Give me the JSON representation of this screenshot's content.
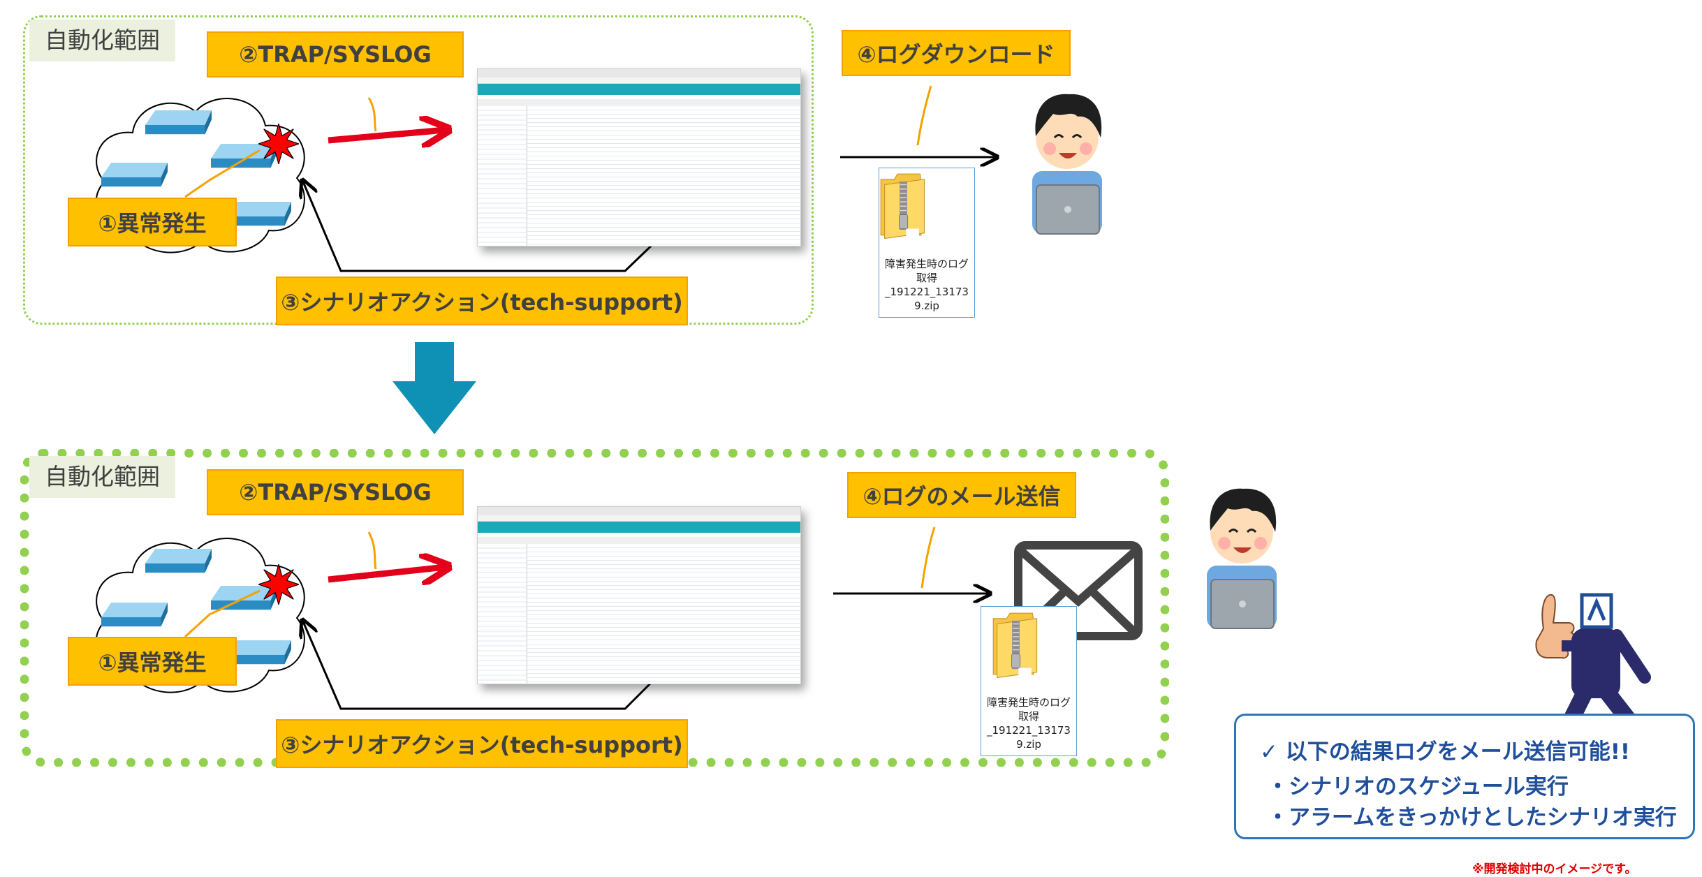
{
  "top_panel": {
    "scope_label": "自動化範囲",
    "trap_label": "②TRAP/SYSLOG",
    "anomaly_label": "①異常発生",
    "scenario_label": "③シナリオアクション(tech-support)",
    "download_label": "④ログダウンロード",
    "file_name": [
      "障害発生時のログ",
      "取得",
      "_191221_13173",
      "9.zip"
    ]
  },
  "bottom_panel": {
    "scope_label": "自動化範囲",
    "trap_label": "②TRAP/SYSLOG",
    "anomaly_label": "①異常発生",
    "scenario_label": "③シナリオアクション(tech-support)",
    "mail_label": "④ログのメール送信",
    "file_name": [
      "障害発生時のログ",
      "取得",
      "_191221_13173",
      "9.zip"
    ]
  },
  "result_box": {
    "line1": "✓ 以下の結果ログをメール送信可能!!",
    "line2": "・シナリオのスケジュール実行",
    "line3": "・アラームをきっかけとしたシナリオ実行"
  },
  "note": "※開発検討中のイメージです。",
  "colors": {
    "scope_border": "#92d050",
    "label_fill": "#ffc000",
    "arrow_down": "#0f91b5",
    "red_arrow": "#e3001b",
    "switch_blue": "#2b8cc4",
    "result_text": "#1f4e9b"
  }
}
